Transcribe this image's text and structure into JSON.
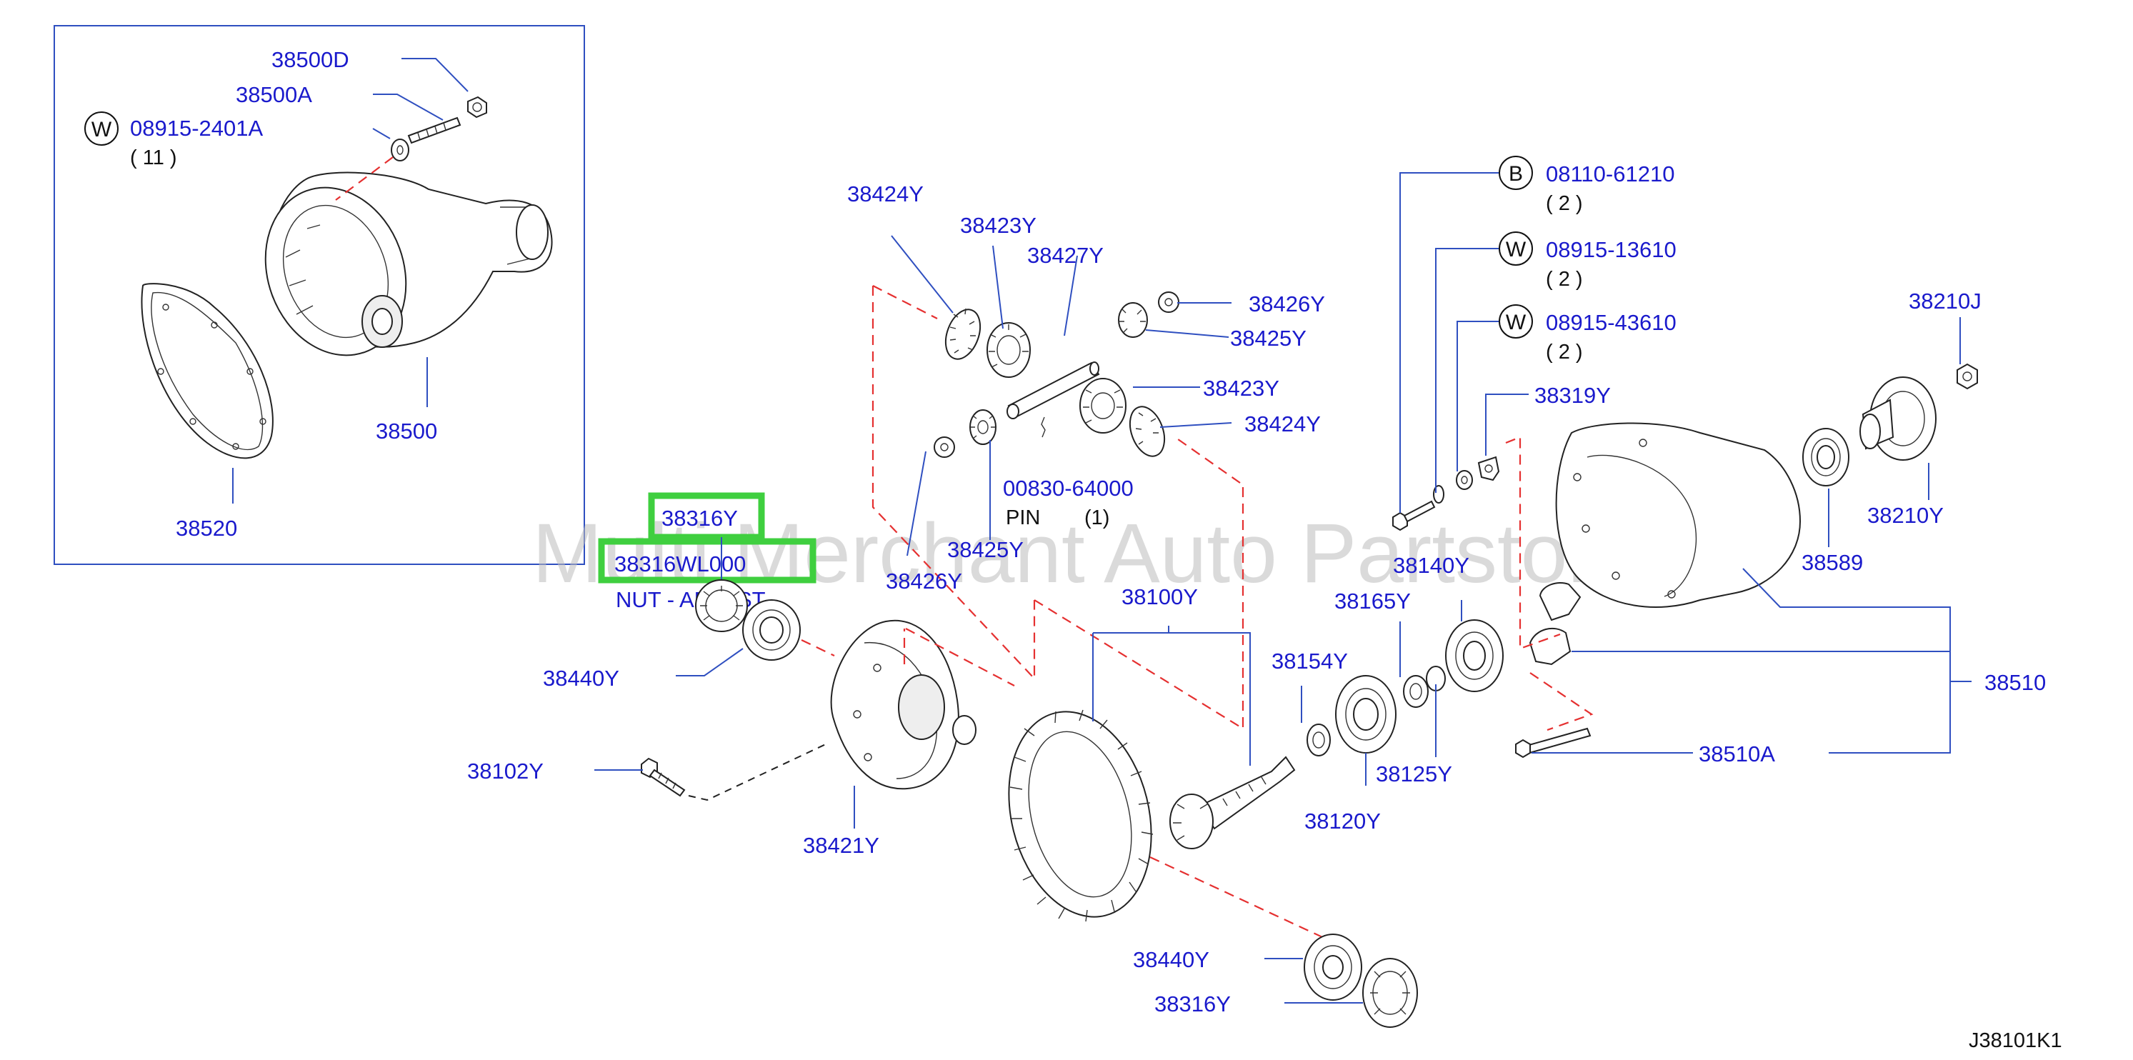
{
  "diagram_id": "J38101K1",
  "watermark": "Multi Merchant Auto Partstore",
  "highlight": {
    "part": "38316Y",
    "part_number": "38316WL000",
    "part_name": "NUT - ADJUST"
  },
  "colors": {
    "label": "#1a1acc",
    "leader": "#2f4fc0",
    "guide": "#e53030",
    "highlight": "#3fcf3f"
  },
  "labels": {
    "p38500D": "38500D",
    "p38500A": "38500A",
    "w_bolt_1": "08915-2401A",
    "w_bolt_1_qty": "( 11 )",
    "p38500": "38500",
    "p38520": "38520",
    "p38424Y_top": "38424Y",
    "p38423Y_top": "38423Y",
    "p38427Y": "38427Y",
    "p38426Y_top": "38426Y",
    "p38425Y_top": "38425Y",
    "p38423Y_mid": "38423Y",
    "p38424Y_mid": "38424Y",
    "pin_number": "00830-64000",
    "pin_name": "PIN",
    "pin_qty": "(1)",
    "p38425Y_low": "38425Y",
    "p38426Y_low": "38426Y",
    "p38440Y_left": "38440Y",
    "p38102Y": "38102Y",
    "p38421Y": "38421Y",
    "p38100Y": "38100Y",
    "p38154Y": "38154Y",
    "p38120Y": "38120Y",
    "p38125Y": "38125Y",
    "p38165Y": "38165Y",
    "p38140Y": "38140Y",
    "b_bolt": "08110-61210",
    "b_bolt_qty": "( 2 )",
    "w_bolt_2": "08915-13610",
    "w_bolt_2_qty": "( 2 )",
    "w_bolt_3": "08915-43610",
    "w_bolt_3_qty": "( 2 )",
    "p38319Y": "38319Y",
    "p38210J": "38210J",
    "p38210Y": "38210Y",
    "p38589": "38589",
    "p38510": "38510",
    "p38510A": "38510A",
    "p38440Y_bottom": "38440Y",
    "p38316Y_bottom": "38316Y"
  },
  "circle_marks": {
    "w": "W",
    "b": "B"
  }
}
